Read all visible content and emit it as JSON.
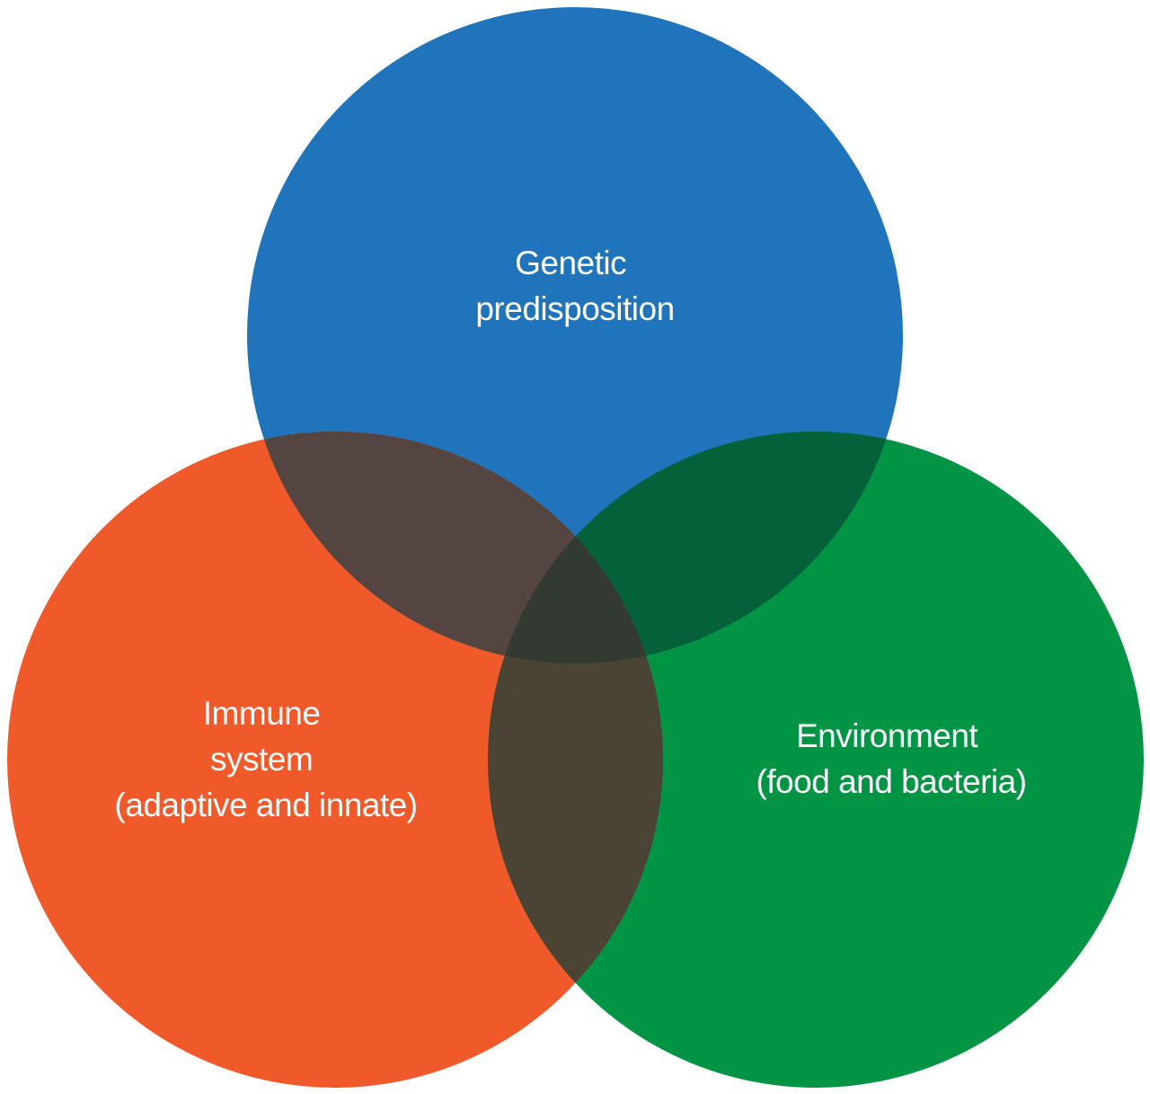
{
  "diagram": {
    "type": "venn-3",
    "sets": [
      {
        "id": "genetic",
        "label_lines": [
          "Genetic",
          "predisposition"
        ],
        "color": "#1F74BB"
      },
      {
        "id": "immune",
        "label_lines": [
          "Immune",
          "system",
          "(adaptive and innate)"
        ],
        "color": "#F05A2A"
      },
      {
        "id": "environment",
        "label_lines": [
          "Environment",
          "(food and bacteria)"
        ],
        "color": "#009444"
      }
    ],
    "overlap_colors": {
      "genetic_immune": "#554541",
      "genetic_environment": "#05613A",
      "immune_environment": "#4A4434",
      "all": "#333A31"
    },
    "label_color": "#FFFFFF",
    "background": "#FFFFFF"
  }
}
